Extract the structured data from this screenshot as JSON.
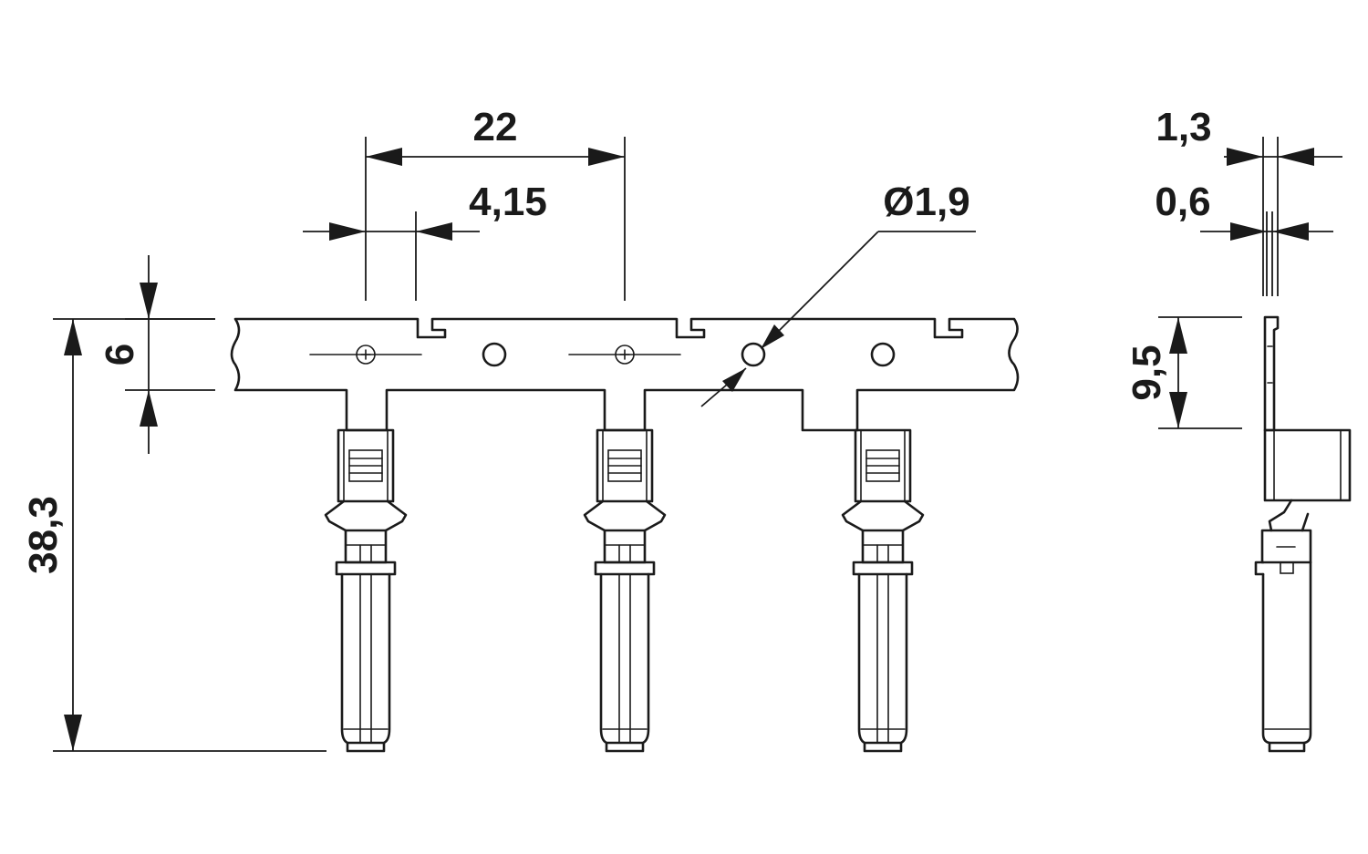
{
  "dimensions": {
    "pitch": "22",
    "offset": "4,15",
    "hole_diameter": "Ø1,9",
    "carrier_height": "6",
    "total_length": "38,3",
    "thickness_outer": "1,3",
    "thickness_inner": "0,6",
    "side_height": "9,5"
  },
  "colors": {
    "line": "#1a1a1a",
    "background": "#ffffff"
  }
}
